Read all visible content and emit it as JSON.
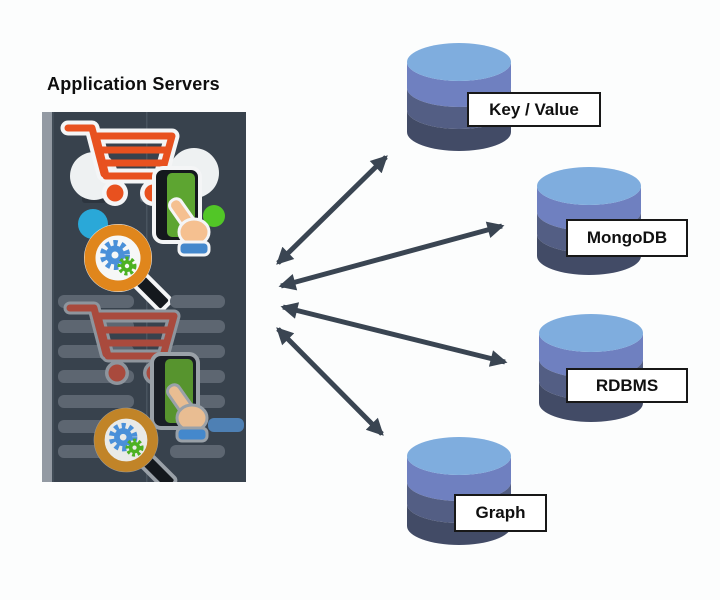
{
  "diagram": {
    "title": "Application Servers",
    "app_server_panel": {
      "name": "application-servers",
      "icons": [
        {
          "name": "shopping-cart-icon"
        },
        {
          "name": "card-payment-icon"
        },
        {
          "name": "search-gears-icon"
        },
        {
          "name": "cloud-icon"
        },
        {
          "name": "notification-dot-icon"
        }
      ]
    },
    "databases": [
      {
        "id": "key-value",
        "label": "Key / Value"
      },
      {
        "id": "mongodb",
        "label": "MongoDB"
      },
      {
        "id": "rdbms",
        "label": "RDBMS"
      },
      {
        "id": "graph",
        "label": "Graph"
      }
    ],
    "connections": [
      {
        "from": "application-servers",
        "to": "key-value",
        "bidirectional": true
      },
      {
        "from": "application-servers",
        "to": "mongodb",
        "bidirectional": true
      },
      {
        "from": "application-servers",
        "to": "rdbms",
        "bidirectional": true
      },
      {
        "from": "application-servers",
        "to": "graph",
        "bidirectional": true
      }
    ],
    "colors": {
      "background": "#fcfdfd",
      "arrow": "#3a4552",
      "panel_bg": "#38424d",
      "panel_stripe": "#939aa3",
      "skeleton_bar": "#5d6671",
      "skeleton_bar_blue": "#4e80b4",
      "cylinder_cap": "#7fadde",
      "cylinder_band1": "#6f80c0",
      "cylinder_band2": "#535e84",
      "cylinder_band3": "#424b66",
      "cart_orange": "#e8511f",
      "cart_muted": "#a94a3d",
      "magnifier_orange": "#e0861c",
      "magnifier_gold": "#c18428",
      "gear_blue": "#4a90d9",
      "gear_green": "#4cb122",
      "card_green": "#5da531",
      "hand_tan": "#f5c090",
      "cuff_blue": "#4488cc",
      "dot_cyan": "#2aa8d8",
      "label_border": "#181818",
      "label_bg": "#ffffff"
    }
  }
}
